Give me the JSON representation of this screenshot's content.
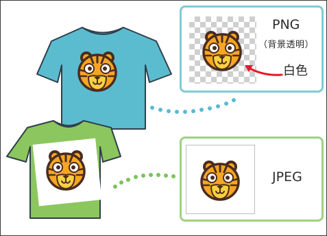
{
  "png_card": {
    "format_label": "PNG",
    "subtitle": "（背景透明）",
    "annotation": "白色",
    "border_color": "#7fcbd6"
  },
  "jpeg_card": {
    "format_label": "JPEG",
    "border_color": "#9fd181"
  },
  "colors": {
    "blue_shirt": "#5bbcd0",
    "green_shirt": "#8cc65f",
    "tiger_orange": "#f6a623",
    "tiger_yellow": "#f8d040",
    "tiger_dark": "#4a2c1f",
    "arrow_red": "#e61a2a",
    "dot_blue": "#5bb9d4",
    "dot_green": "#7cc35a"
  }
}
